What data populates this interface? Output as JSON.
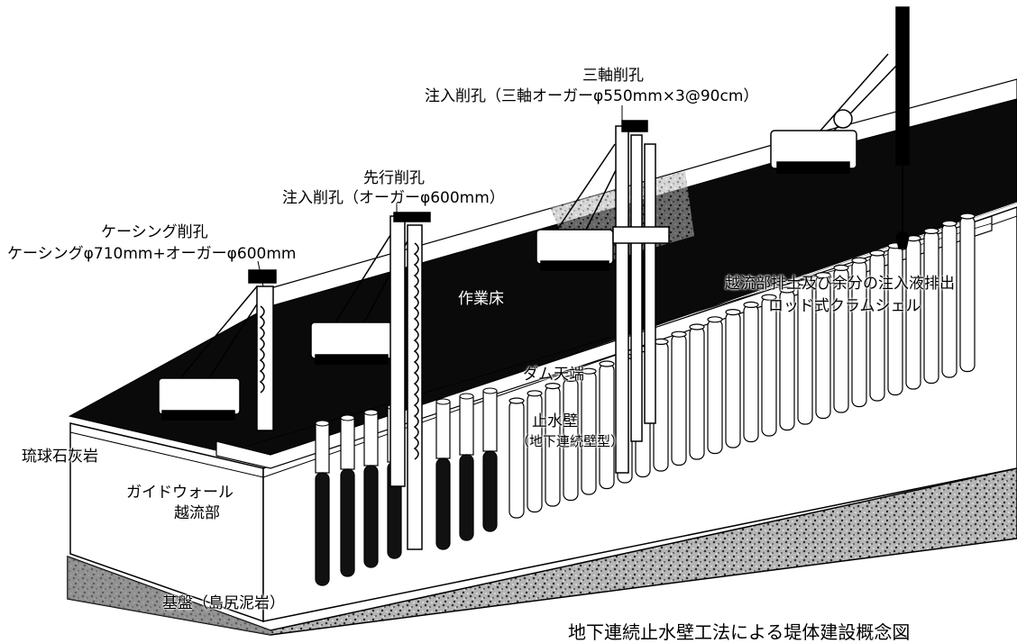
{
  "labels": {
    "triaxial_title": "三軸削孔",
    "triaxial_detail": "注入削孔（三軸オーガーφ550mm×3@90cm）",
    "advance_title": "先行削孔",
    "advance_detail": "注入削孔（オーガーφ600mm）",
    "casing_title": "ケーシング削孔",
    "casing_detail": "ケーシングφ710mm+オーガーφ600mm",
    "work_floor": "作業床",
    "overflow_discharge": "越流部排土及び余分の注入液排出",
    "clamshell": "ロッド式クラムシェル",
    "dam_crest": "ダム天端",
    "cutoff_wall": "止水壁",
    "cutoff_wall_type": "（地下連続壁型）",
    "limestone": "琉球石灰岩",
    "guide_wall": "ガイドウォール",
    "overflow_section": "越流部",
    "bedrock": "基盤（島尻泥岩）",
    "caption": "地下連続止水壁工法による堤体建設概念図"
  },
  "colors": {
    "ink": "#000000",
    "paper": "#ffffff",
    "work_floor": "#0a0a0a",
    "grout": "#111111",
    "bedrock": "#8a8a8a"
  }
}
